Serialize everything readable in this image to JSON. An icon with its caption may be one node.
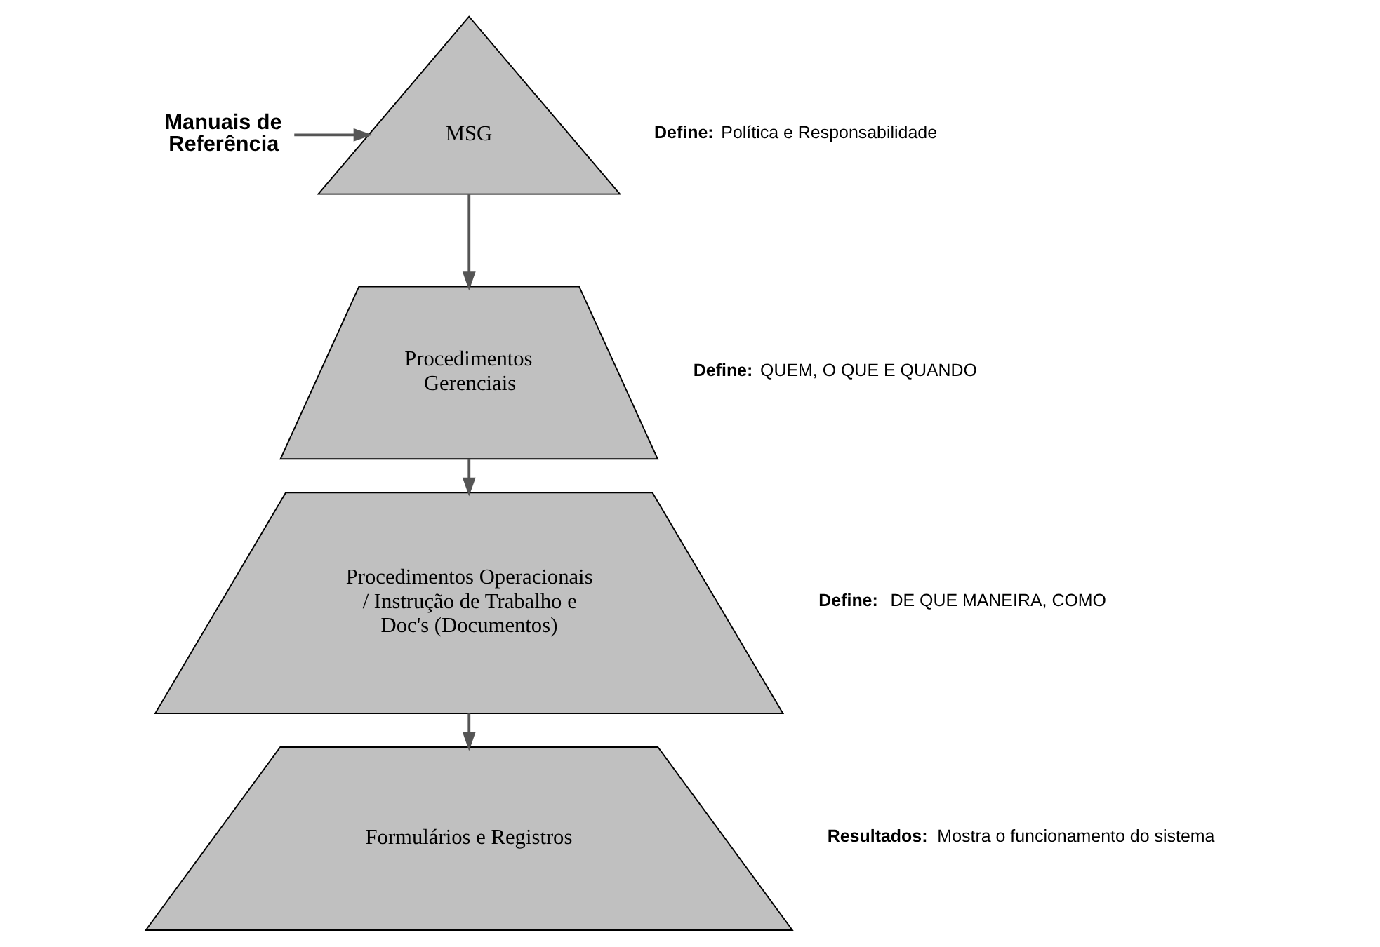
{
  "diagram": {
    "nodes": [
      {
        "text": [
          "Manuais de Referência"
        ]
      },
      {
        "text": [
          "MSG"
        ],
        "beside": [
          "**Define:** Política e Responsabilidade"
        ]
      },
      {
        "text": [
          "Procedimentos Gerenciais"
        ],
        "beside": [
          "**Define:** QUEM, O QUE E QUANDO"
        ]
      },
      {
        "text": [
          "Procedimentos Operacionais / Instrução de Trabalho e Doc's (Documentos)"
        ],
        "beside": [
          "**Define:**  DE QUE MANEIRA, COMO"
        ]
      },
      {
        "text": [
          "Formulários e Registros"
        ],
        "beside": [
          "**Resultados:** Mostra o funcionamento do sistema"
        ]
      }
    ],
    "edges": [
      {
        "from": 0,
        "to": 1,
        "arrow": "to"
      },
      {
        "from": 1,
        "to": 2,
        "arrow": "to"
      },
      {
        "from": 2,
        "to": 3,
        "arrow": "to"
      },
      {
        "from": 3,
        "to": 4,
        "arrow": "to"
      }
    ]
  }
}
